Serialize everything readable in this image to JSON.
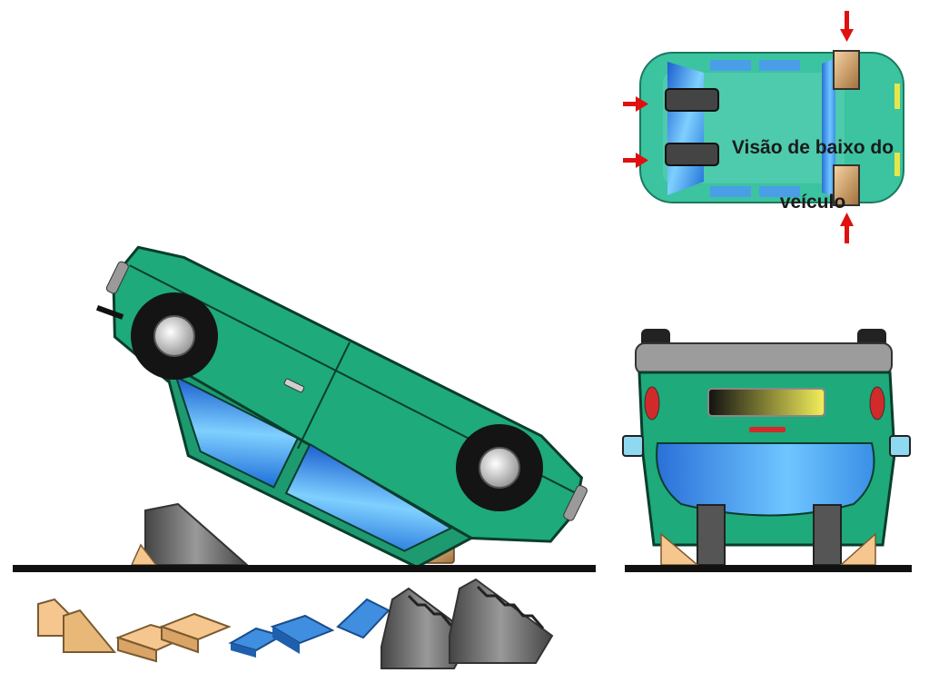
{
  "caption": {
    "line1": "Visão de baixo do",
    "line2": "veículo"
  },
  "colors": {
    "car_body": "#1eaa7a",
    "car_outline": "#0b3d2c",
    "window": "#3aa6e6",
    "ground": "#111111",
    "wood_block": "#f5c78e",
    "plastic_chock": "#2f7fd0",
    "metal_ramp": "#8c8c8c",
    "arrow": "#e01010",
    "tire": "#222222"
  },
  "parts": {
    "top_view": "underside-view-diagram",
    "side_view": "overturned-car-side-view",
    "rear_view": "overturned-car-rear-view",
    "supports": [
      "wood-wedge",
      "wood-block",
      "plastic-chock",
      "step-chock"
    ]
  }
}
